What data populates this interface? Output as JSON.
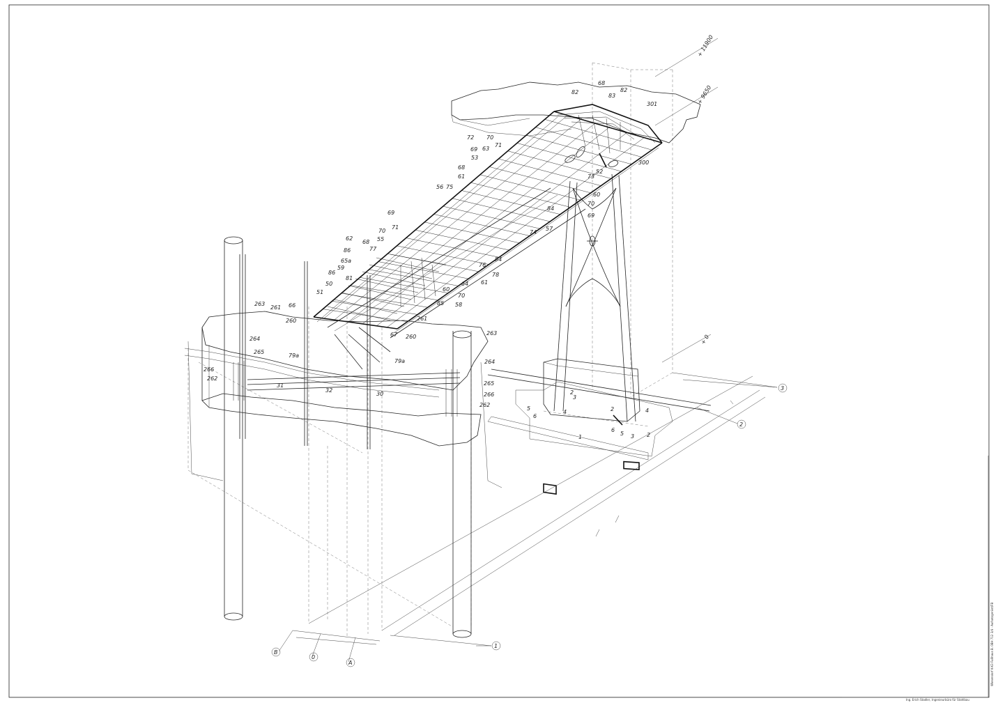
{
  "elevations": [
    {
      "id": "elev-top",
      "text": "+ 11900"
    },
    {
      "id": "elev-mid",
      "text": "+ 9650"
    },
    {
      "id": "elev-zero",
      "text": "+ 0"
    }
  ],
  "axes": [
    {
      "id": "axis-1",
      "text": "1"
    },
    {
      "id": "axis-2",
      "text": "2"
    },
    {
      "id": "axis-3",
      "text": "3"
    },
    {
      "id": "axis-a",
      "text": "A"
    },
    {
      "id": "axis-0",
      "text": "0"
    },
    {
      "id": "axis-b",
      "text": "B"
    }
  ],
  "part_labels": [
    "68",
    "82",
    "83",
    "82",
    "301",
    "300",
    "72",
    "70",
    "71",
    "69",
    "63",
    "53",
    "68",
    "61",
    "56",
    "75",
    "52",
    "73",
    "60",
    "70",
    "69",
    "84",
    "57",
    "74",
    "69",
    "71",
    "70",
    "55",
    "68",
    "77",
    "62",
    "86",
    "65a",
    "59",
    "86",
    "50",
    "81",
    "51",
    "54",
    "76",
    "78",
    "61",
    "64",
    "70",
    "58",
    "85",
    "60",
    "263",
    "261",
    "66",
    "260",
    "264",
    "265",
    "79a",
    "266",
    "262",
    "31",
    "32",
    "30",
    "261",
    "67",
    "260",
    "79a",
    "263",
    "264",
    "265",
    "266",
    "262",
    "2",
    "3",
    "6",
    "5",
    "4",
    "2",
    "4",
    "6",
    "5",
    "3",
    "2",
    "1"
  ],
  "titleblock": {
    "office": "Ing. Erich Stadler, Ingenieurbüro für Stahlbau",
    "side_text": "Wiesendorf K-K3 Fußhaus B. 0BH 712 3/4 - Aufsatzgerüst/FB"
  }
}
